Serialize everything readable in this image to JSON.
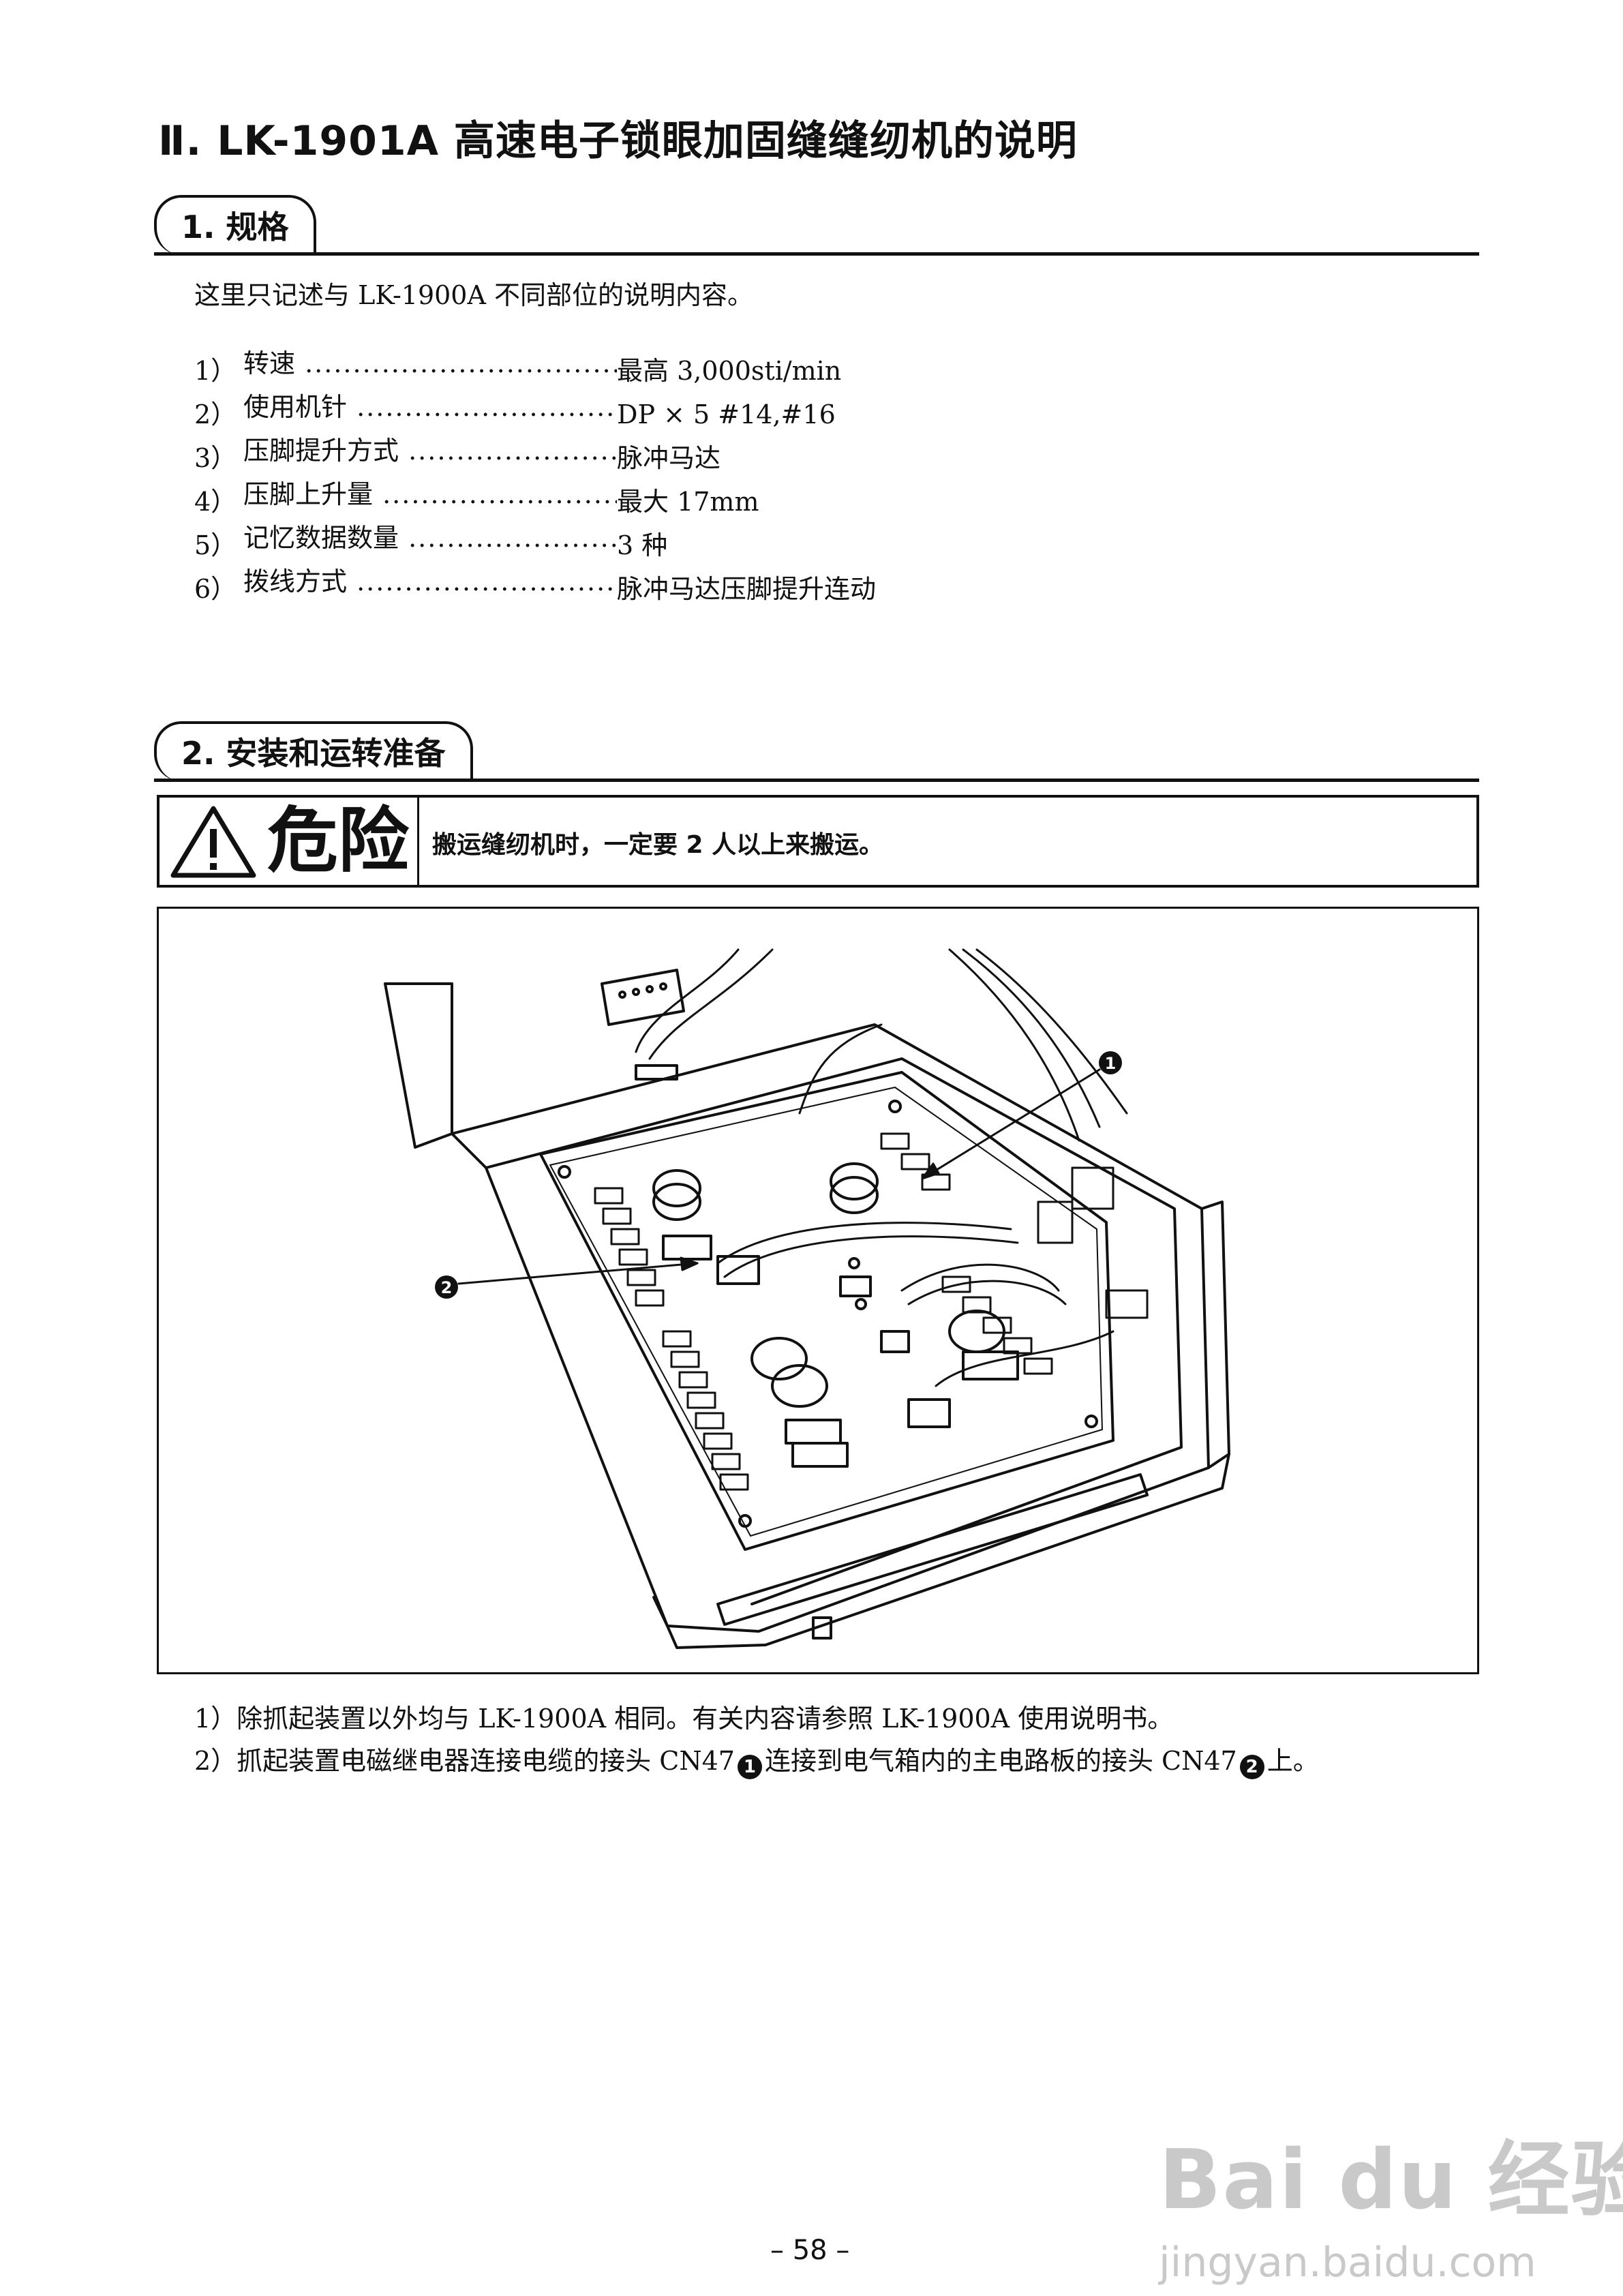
{
  "title": "Ⅱ. LK-1901A 高速电子锁眼加固缝缝纫机的说明",
  "section1": {
    "heading": "1. 规格",
    "intro": "这里只记述与 LK-1900A 不同部位的说明内容。",
    "specs": [
      {
        "num": "1）",
        "label": "转速",
        "value": "最高 3,000sti/min"
      },
      {
        "num": "2）",
        "label": "使用机针",
        "value": "DP × 5 #14,#16"
      },
      {
        "num": "3）",
        "label": "压脚提升方式",
        "value": "脉冲马达"
      },
      {
        "num": "4）",
        "label": "压脚上升量",
        "value": "最大 17mm"
      },
      {
        "num": "5）",
        "label": "记忆数据数量",
        "value": "3 种"
      },
      {
        "num": "6）",
        "label": "拨线方式",
        "value": "脉冲马达压脚提升连动"
      }
    ]
  },
  "section2": {
    "heading": "2. 安装和运转准备",
    "danger_word": "危险",
    "danger_message": "搬运缝纫机时，一定要 2 人以上来搬运。",
    "figure_callouts": [
      "1",
      "2"
    ],
    "notes": [
      {
        "prefix": "1）除抓起装置以外均与 LK-1900A 相同。有关内容请参照 LK-1900A 使用说明书。"
      },
      {
        "prefix": "2）抓起装置电磁继电器连接电缆的接头 CN47",
        "mid": "连接到电气箱内的主电路板的接头 CN47",
        "suffix": "上。",
        "marks": [
          "1",
          "2"
        ]
      }
    ]
  },
  "page_number": "– 58 –",
  "watermark": {
    "brand": "Bai du 经验",
    "url": "jingyan.baidu.com"
  }
}
